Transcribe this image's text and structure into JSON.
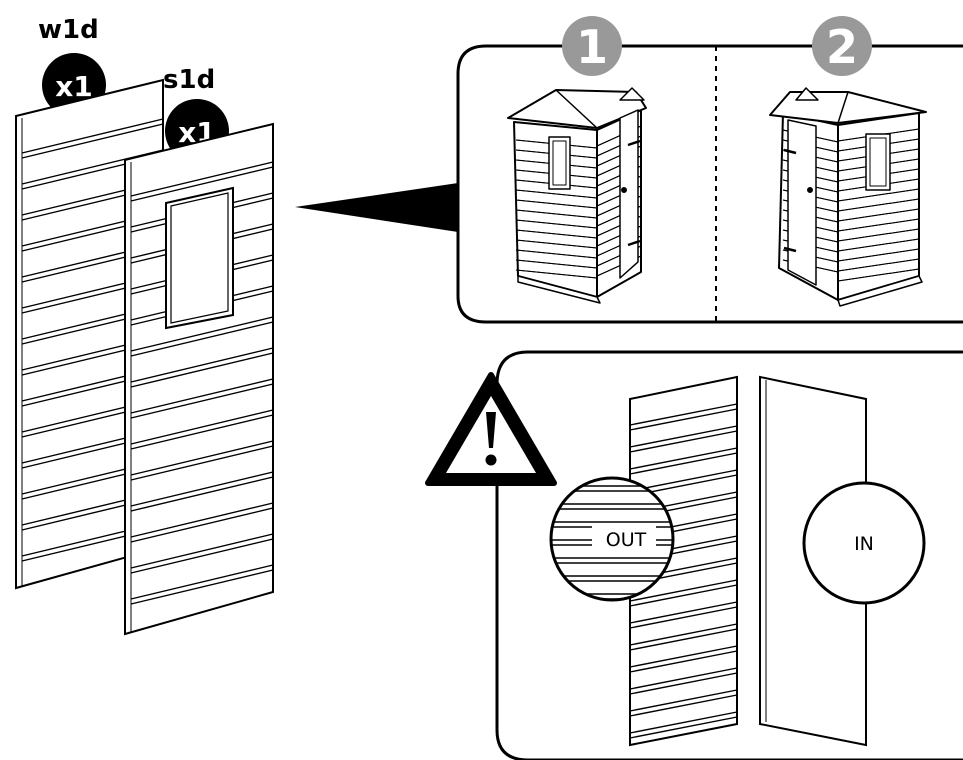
{
  "parts": [
    {
      "code": "w1d",
      "qty": "x1"
    },
    {
      "code": "s1d",
      "qty": "x1"
    }
  ],
  "steps": [
    "1",
    "2"
  ],
  "orientation": {
    "out_label": "OUT",
    "in_label": "IN"
  },
  "icons": {
    "warning": "warning-triangle-icon",
    "pointer": "callout-pointer"
  },
  "colors": {
    "ink": "#000000",
    "badge": "#000000",
    "step_badge": "#999999",
    "paper": "#ffffff"
  }
}
